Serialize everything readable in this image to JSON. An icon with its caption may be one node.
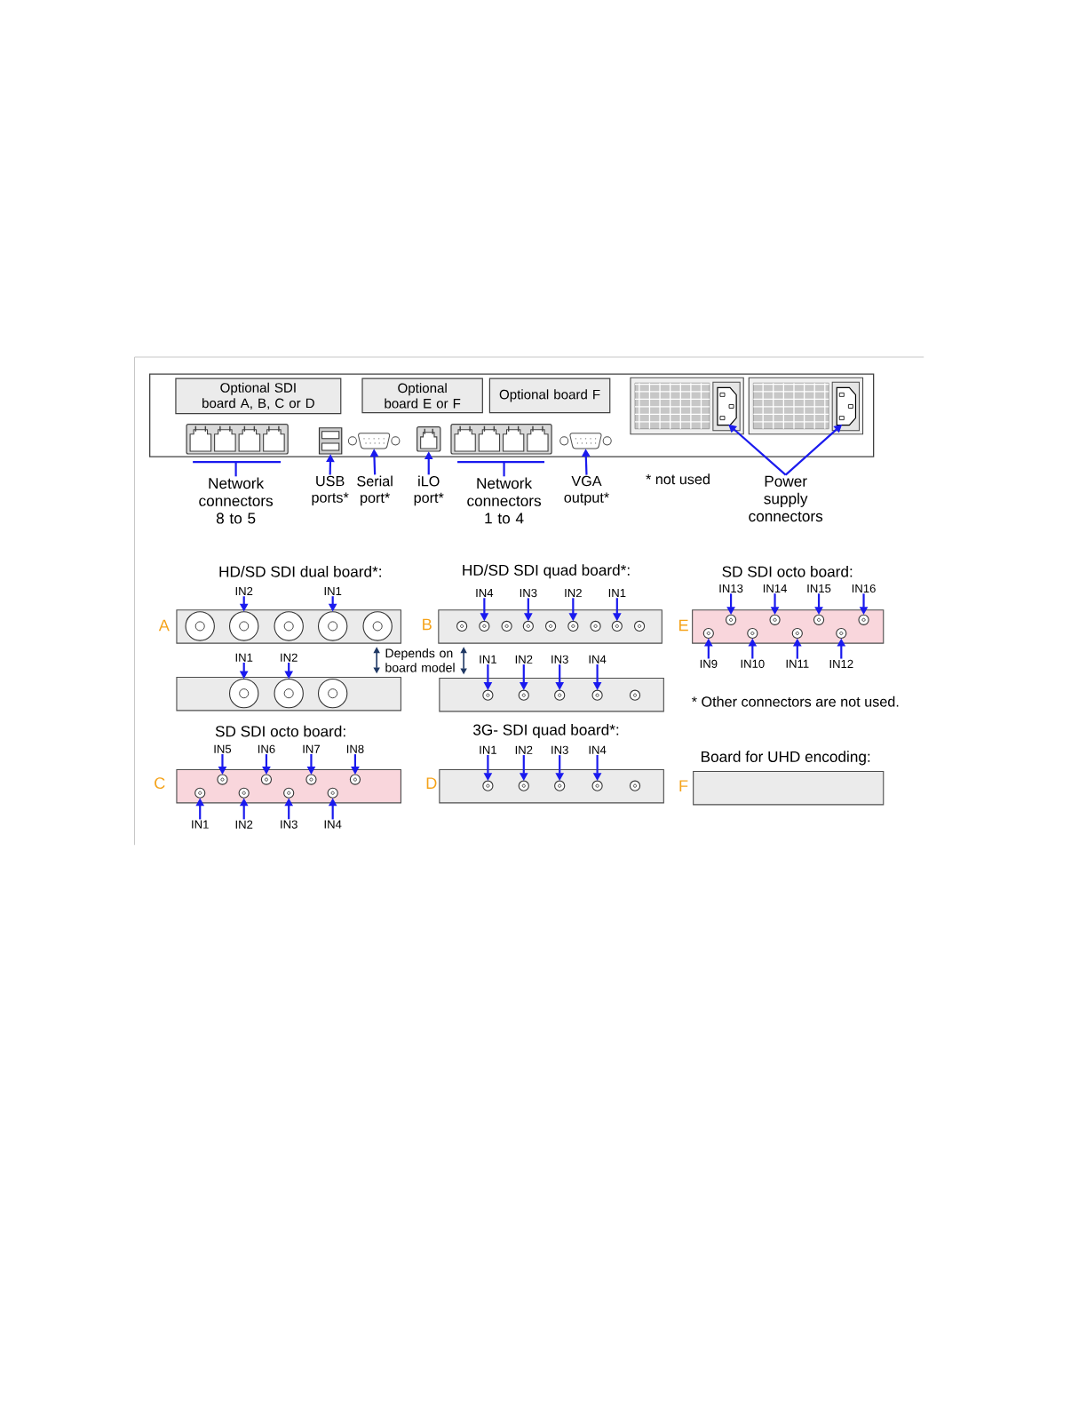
{
  "diagram": {
    "nodes": [
      {
        "text": [],
        "shape": "box"
      },
      {
        "text": [
          "Optional SDI board A, B, C or D"
        ],
        "in": 0
      },
      {
        "text": [
          "Optional board E or F"
        ],
        "in": 0
      },
      {
        "text": [
          "Optional board F"
        ],
        "in": 0
      },
      {
        "text": [],
        "shape": "connector",
        "in": 0
      },
      {
        "text": [],
        "shape": "connector",
        "in": 0
      },
      {
        "text": [],
        "shape": "connector",
        "in": 0
      },
      {
        "text": [],
        "shape": "connector",
        "in": 0
      },
      {
        "text": [],
        "shape": "connector",
        "in": 0
      },
      {
        "text": [],
        "shape": "connector",
        "in": 0
      },
      {
        "text": [],
        "shape": "box",
        "in": 0
      },
      {
        "text": [],
        "shape": "box",
        "in": 0
      },
      {
        "text": [
          "Network connectors 8 to 5"
        ]
      },
      {
        "text": [
          "USB ports*"
        ]
      },
      {
        "text": [
          "Serial port*"
        ]
      },
      {
        "text": [
          "iLO port*"
        ]
      },
      {
        "text": [
          "Network connectors 1 to 4"
        ]
      },
      {
        "text": [
          "VGA output*"
        ]
      },
      {
        "text": [
          "Power supply connectors"
        ]
      },
      {
        "text": [
          "HD/SD SDI dual board*:"
        ],
        "beside": [
          "A"
        ]
      },
      {
        "text": [],
        "shape": "circle",
        "in": 19
      },
      {
        "text": [],
        "shape": "circle",
        "in": 19
      },
      {
        "text": [],
        "shape": "circle",
        "in": 19
      },
      {
        "text": [],
        "shape": "circle",
        "in": 19
      },
      {
        "text": [],
        "shape": "circle",
        "in": 19
      },
      {
        "text": [
          "IN2"
        ]
      },
      {
        "text": [
          "IN1"
        ]
      },
      {
        "text": [],
        "shape": "box"
      },
      {
        "text": [],
        "shape": "circle",
        "in": 27
      },
      {
        "text": [],
        "shape": "circle",
        "in": 27
      },
      {
        "text": [],
        "shape": "circle",
        "in": 27
      },
      {
        "text": [
          "IN1"
        ]
      },
      {
        "text": [
          "IN2"
        ]
      },
      {
        "text": [
          "HD/SD SDI quad board*:"
        ],
        "beside": [
          "B"
        ]
      },
      {
        "text": [],
        "shape": "circle",
        "in": 33
      },
      {
        "text": [],
        "shape": "circle",
        "in": 33
      },
      {
        "text": [],
        "shape": "circle",
        "in": 33
      },
      {
        "text": [],
        "shape": "circle",
        "in": 33
      },
      {
        "text": [],
        "shape": "circle",
        "in": 33
      },
      {
        "text": [],
        "shape": "circle",
        "in": 33
      },
      {
        "text": [],
        "shape": "circle",
        "in": 33
      },
      {
        "text": [],
        "shape": "circle",
        "in": 33
      },
      {
        "text": [],
        "shape": "circle",
        "in": 33
      },
      {
        "text": [
          "IN4"
        ]
      },
      {
        "text": [
          "IN3"
        ]
      },
      {
        "text": [
          "IN2"
        ]
      },
      {
        "text": [
          "IN1"
        ]
      },
      {
        "text": [],
        "shape": "box"
      },
      {
        "text": [],
        "shape": "circle",
        "in": 47
      },
      {
        "text": [],
        "shape": "circle",
        "in": 47
      },
      {
        "text": [],
        "shape": "circle",
        "in": 47
      },
      {
        "text": [],
        "shape": "circle",
        "in": 47
      },
      {
        "text": [],
        "shape": "circle",
        "in": 47
      },
      {
        "text": [
          "IN1"
        ]
      },
      {
        "text": [
          "IN2"
        ]
      },
      {
        "text": [
          "IN3"
        ]
      },
      {
        "text": [
          "IN4"
        ]
      },
      {
        "text": [
          "SD SDI octo board:"
        ],
        "beside": [
          "E"
        ]
      },
      {
        "text": [],
        "shape": "circle",
        "in": 57
      },
      {
        "text": [],
        "shape": "circle",
        "in": 57
      },
      {
        "text": [],
        "shape": "circle",
        "in": 57
      },
      {
        "text": [],
        "shape": "circle",
        "in": 57
      },
      {
        "text": [],
        "shape": "circle",
        "in": 57
      },
      {
        "text": [],
        "shape": "circle",
        "in": 57
      },
      {
        "text": [],
        "shape": "circle",
        "in": 57
      },
      {
        "text": [],
        "shape": "circle",
        "in": 57
      },
      {
        "text": [
          "IN13"
        ]
      },
      {
        "text": [
          "IN14"
        ]
      },
      {
        "text": [
          "IN15"
        ]
      },
      {
        "text": [
          "IN16"
        ]
      },
      {
        "text": [
          "IN9"
        ]
      },
      {
        "text": [
          "IN10"
        ]
      },
      {
        "text": [
          "IN11"
        ]
      },
      {
        "text": [
          "IN12"
        ]
      },
      {
        "text": [
          "SD SDI octo board:"
        ],
        "beside": [
          "C"
        ]
      },
      {
        "text": [],
        "shape": "circle",
        "in": 74
      },
      {
        "text": [],
        "shape": "circle",
        "in": 74
      },
      {
        "text": [],
        "shape": "circle",
        "in": 74
      },
      {
        "text": [],
        "shape": "circle",
        "in": 74
      },
      {
        "text": [],
        "shape": "circle",
        "in": 74
      },
      {
        "text": [],
        "shape": "circle",
        "in": 74
      },
      {
        "text": [],
        "shape": "circle",
        "in": 74
      },
      {
        "text": [],
        "shape": "circle",
        "in": 74
      },
      {
        "text": [
          "IN5"
        ]
      },
      {
        "text": [
          "IN6"
        ]
      },
      {
        "text": [
          "IN7"
        ]
      },
      {
        "text": [
          "IN8"
        ]
      },
      {
        "text": [
          "IN1"
        ]
      },
      {
        "text": [
          "IN2"
        ]
      },
      {
        "text": [
          "IN3"
        ]
      },
      {
        "text": [
          "IN4"
        ]
      },
      {
        "text": [
          "3G- SDI quad board*:"
        ],
        "beside": [
          "D"
        ]
      },
      {
        "text": [],
        "shape": "circle",
        "in": 91
      },
      {
        "text": [],
        "shape": "circle",
        "in": 91
      },
      {
        "text": [],
        "shape": "circle",
        "in": 91
      },
      {
        "text": [],
        "shape": "circle",
        "in": 91
      },
      {
        "text": [],
        "shape": "circle",
        "in": 91
      },
      {
        "text": [
          "IN1"
        ]
      },
      {
        "text": [
          "IN2"
        ]
      },
      {
        "text": [
          "IN3"
        ]
      },
      {
        "text": [
          "IN4"
        ]
      },
      {
        "text": [
          "Board for UHD encoding:"
        ],
        "beside": [
          "F"
        ]
      }
    ],
    "edges": [
      {
        "from": 12,
        "to": 4,
        "arrow": "none"
      },
      {
        "from": 13,
        "to": 5,
        "arrow": "to"
      },
      {
        "from": 14,
        "to": 6,
        "arrow": "to"
      },
      {
        "from": 15,
        "to": 7,
        "arrow": "to"
      },
      {
        "from": 16,
        "to": 8,
        "arrow": "none"
      },
      {
        "from": 17,
        "to": 9,
        "arrow": "to"
      },
      {
        "from": 18,
        "to": 10,
        "arrow": "to"
      },
      {
        "from": 18,
        "to": 11,
        "arrow": "to"
      },
      {
        "from": 25,
        "to": 21,
        "arrow": "to"
      },
      {
        "from": 26,
        "to": 23,
        "arrow": "to"
      },
      {
        "from": 31,
        "to": 28,
        "arrow": "to"
      },
      {
        "from": 32,
        "to": 29,
        "arrow": "to"
      },
      {
        "from": 43,
        "to": 35,
        "arrow": "to"
      },
      {
        "from": 44,
        "to": 37,
        "arrow": "to"
      },
      {
        "from": 45,
        "to": 39,
        "arrow": "to"
      },
      {
        "from": 46,
        "to": 41,
        "arrow": "to"
      },
      {
        "from": 53,
        "to": 48,
        "arrow": "to"
      },
      {
        "from": 54,
        "to": 49,
        "arrow": "to"
      },
      {
        "from": 55,
        "to": 50,
        "arrow": "to"
      },
      {
        "from": 56,
        "to": 51,
        "arrow": "to"
      },
      {
        "from": 66,
        "to": 58,
        "arrow": "to"
      },
      {
        "from": 67,
        "to": 59,
        "arrow": "to"
      },
      {
        "from": 68,
        "to": 60,
        "arrow": "to"
      },
      {
        "from": 69,
        "to": 61,
        "arrow": "to"
      },
      {
        "from": 70,
        "to": 62,
        "arrow": "to"
      },
      {
        "from": 71,
        "to": 63,
        "arrow": "to"
      },
      {
        "from": 72,
        "to": 64,
        "arrow": "to"
      },
      {
        "from": 73,
        "to": 65,
        "arrow": "to"
      },
      {
        "from": 83,
        "to": 75,
        "arrow": "to"
      },
      {
        "from": 84,
        "to": 76,
        "arrow": "to"
      },
      {
        "from": 85,
        "to": 77,
        "arrow": "to"
      },
      {
        "from": 86,
        "to": 78,
        "arrow": "to"
      },
      {
        "from": 87,
        "to": 79,
        "arrow": "to"
      },
      {
        "from": 88,
        "to": 80,
        "arrow": "to"
      },
      {
        "from": 89,
        "to": 81,
        "arrow": "to"
      },
      {
        "from": 90,
        "to": 82,
        "arrow": "to"
      },
      {
        "from": 97,
        "to": 92,
        "arrow": "to"
      },
      {
        "from": 98,
        "to": 93,
        "arrow": "to"
      },
      {
        "from": 99,
        "to": 94,
        "arrow": "to"
      },
      {
        "from": 100,
        "to": 95,
        "arrow": "to"
      },
      {
        "from": 19,
        "to": 27,
        "arrow": "both",
        "color": "#1f3864"
      },
      {
        "from": 33,
        "to": 47,
        "arrow": "both",
        "color": "#1f3864"
      }
    ],
    "labels": [
      "* not used",
      "Depends on board model",
      "* Other connectors are not used."
    ]
  }
}
